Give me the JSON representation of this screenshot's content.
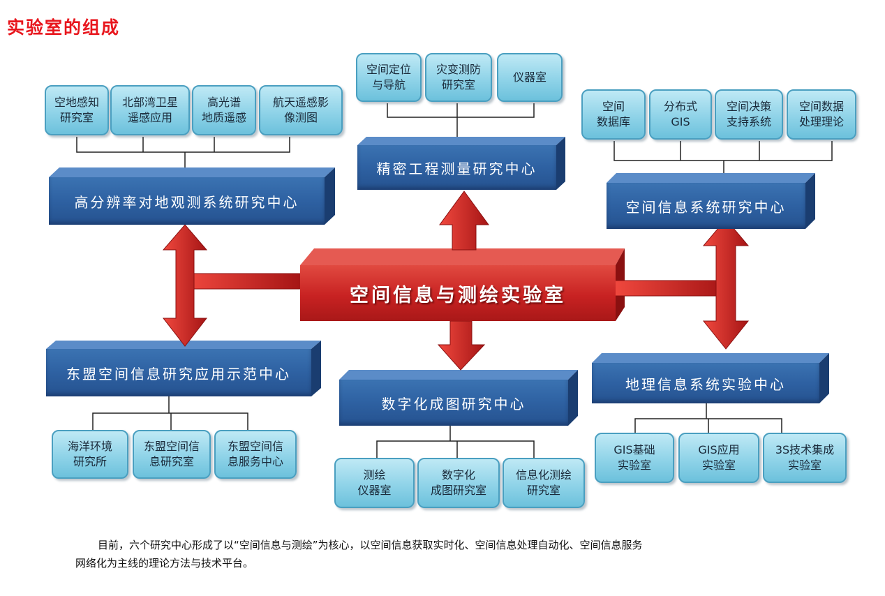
{
  "title": "实验室的组成",
  "main_node": "空间信息与测绘实验室",
  "centers": {
    "high_res": {
      "name": "高分辨率对地观测系统研究中心",
      "subs": [
        "空地感知\n研究室",
        "北部湾卫星\n遥感应用",
        "高光谱\n地质遥感",
        "航天遥感影\n像测图"
      ]
    },
    "precision": {
      "name": "精密工程测量研究中心",
      "subs": [
        "空间定位\n与导航",
        "灾变测防\n研究室",
        "仪器室"
      ]
    },
    "spatial_info": {
      "name": "空间信息系统研究中心",
      "subs": [
        "空间\n数据库",
        "分布式\nGIS",
        "空间决策\n支持系统",
        "空间数据\n处理理论"
      ]
    },
    "asean": {
      "name": "东盟空间信息研究应用示范中心",
      "subs": [
        "海洋环境\n研究所",
        "东盟空间信\n息研究室",
        "东盟空间信\n息服务中心"
      ]
    },
    "digital": {
      "name": "数字化成图研究中心",
      "subs": [
        "测绘\n仪器室",
        "数字化\n成图研究室",
        "信息化测绘\n研究室"
      ]
    },
    "gis_lab": {
      "name": "地理信息系统实验中心",
      "subs": [
        "GIS基础\n实验室",
        "GIS应用\n实验室",
        "3S技术集成\n实验室"
      ]
    }
  },
  "description": {
    "line1": "目前，六个研究中心形成了以“空间信息与测绘”为核心，以空间信息获取实时化、空间信息处理自动化、空间信息服务",
    "line2": "网络化为主线的理论方法与技术平台。"
  },
  "colors": {
    "title": "#e8161d",
    "main_box": "#c82222",
    "center_box": "#2e61a2",
    "sub_box": "#8fd3e8"
  }
}
